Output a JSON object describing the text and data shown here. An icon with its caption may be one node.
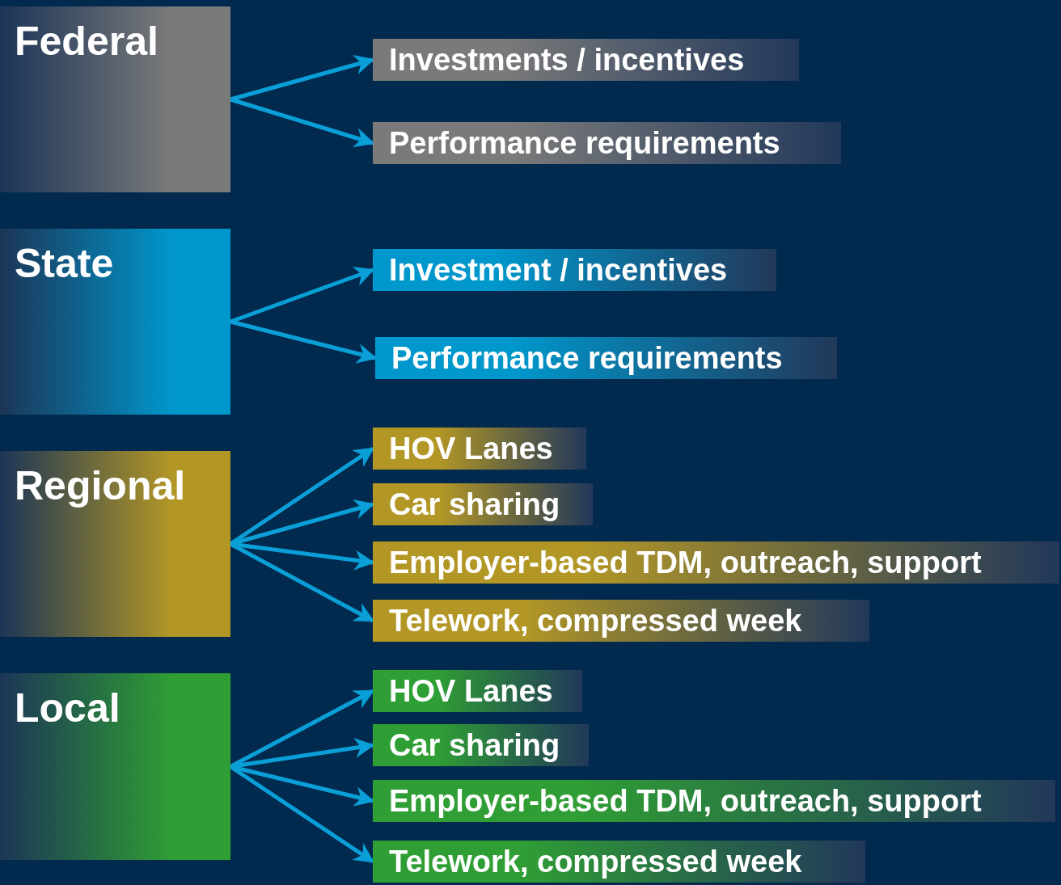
{
  "diagram": {
    "nodes": [
      {
        "text": [
          "Federal"
        ]
      },
      {
        "text": [
          "Investments / incentives"
        ]
      },
      {
        "text": [
          "Performance requirements"
        ]
      },
      {
        "text": [
          "State"
        ]
      },
      {
        "text": [
          "Investment / incentives"
        ]
      },
      {
        "text": [
          "Performance requirements"
        ]
      },
      {
        "text": [
          "Regional"
        ]
      },
      {
        "text": [
          "HOV Lanes"
        ]
      },
      {
        "text": [
          "Car sharing"
        ]
      },
      {
        "text": [
          "Employer-based TDM, outreach, support"
        ]
      },
      {
        "text": [
          "Telework, compressed week"
        ]
      },
      {
        "text": [
          "Local"
        ]
      },
      {
        "text": [
          "HOV Lanes"
        ]
      },
      {
        "text": [
          "Car sharing"
        ]
      },
      {
        "text": [
          "Employer-based TDM, outreach, support"
        ]
      },
      {
        "text": [
          "Telework, compressed week"
        ]
      }
    ],
    "edges": [
      {
        "from": 0,
        "to": 1,
        "arrow": "to"
      },
      {
        "from": 0,
        "to": 2,
        "arrow": "to"
      },
      {
        "from": 3,
        "to": 4,
        "arrow": "to"
      },
      {
        "from": 3,
        "to": 5,
        "arrow": "to"
      },
      {
        "from": 6,
        "to": 7,
        "arrow": "to"
      },
      {
        "from": 6,
        "to": 8,
        "arrow": "to"
      },
      {
        "from": 6,
        "to": 9,
        "arrow": "to"
      },
      {
        "from": 6,
        "to": 10,
        "arrow": "to"
      },
      {
        "from": 11,
        "to": 12,
        "arrow": "to"
      },
      {
        "from": 11,
        "to": 13,
        "arrow": "to"
      },
      {
        "from": 11,
        "to": 14,
        "arrow": "to"
      },
      {
        "from": 11,
        "to": 15,
        "arrow": "to"
      }
    ]
  }
}
